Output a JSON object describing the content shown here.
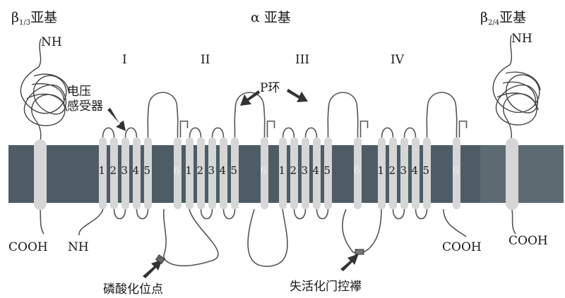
{
  "title_left": {
    "greek": "β",
    "sub": "1/3",
    "text": "亚基"
  },
  "title_center": "α 亚基",
  "title_right": {
    "greek": "β",
    "sub": "2/4",
    "text": "亚基"
  },
  "domains": [
    "I",
    "II",
    "III",
    "IV"
  ],
  "segment_numbers": [
    "1",
    "2",
    "3",
    "4",
    "5",
    "6"
  ],
  "labels": {
    "nh_top_left": "NH",
    "nh_top_right": "NH",
    "nh_bottom": "NH",
    "cooh_left": "COOH",
    "cooh_mid": "COOH",
    "cooh_right": "COOH",
    "voltage_sensor": "电压\n感受器",
    "p_loop": "P环",
    "phosphorylation": "磷酸化位点",
    "inactivation_gate": "失活化门控襻"
  },
  "colors": {
    "membrane": "#4e5d65",
    "helix": "#d6d6d6",
    "loop": "#555555",
    "arrow": "#333333"
  }
}
